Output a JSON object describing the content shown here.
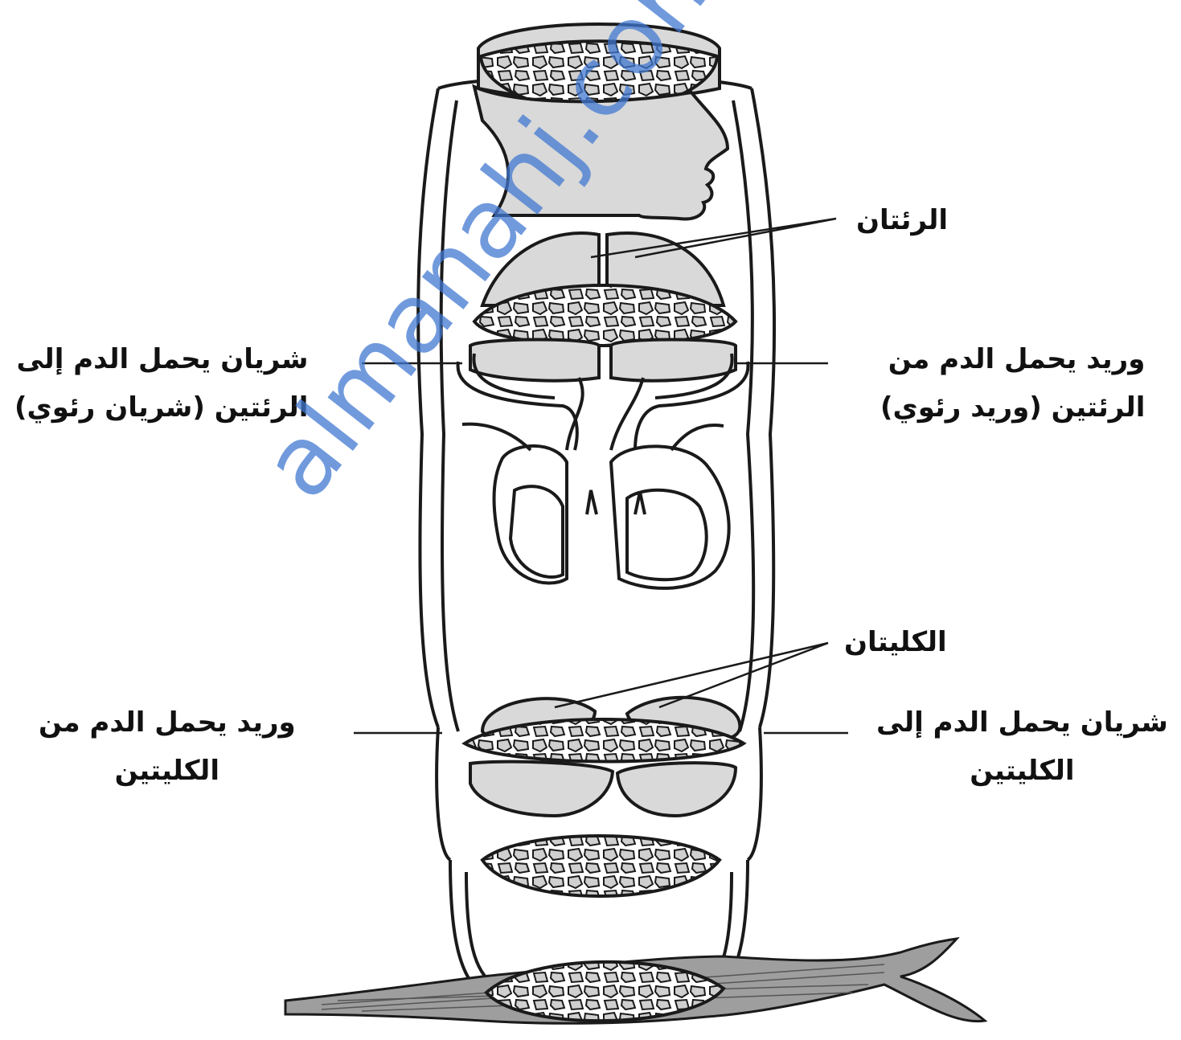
{
  "labels": {
    "lungs": "الرئتان",
    "pulmonary_artery": {
      "line1": "شريان يحمل الدم إلى",
      "line2": "الرئتين (شريان رئوي)"
    },
    "pulmonary_vein": {
      "line1": "وريد يحمل الدم من",
      "line2": "الرئتين (وريد رئوي)"
    },
    "kidneys": "الكليتان",
    "renal_vein": {
      "line1": "وريد يحمل الدم من",
      "line2": "الكليتين"
    },
    "renal_artery": {
      "line1": "شريان يحمل الدم إلى",
      "line2": "الكليتين"
    }
  },
  "watermark": "almanahj.com/om",
  "colors": {
    "organ_fill": "#d9d9d9",
    "outline": "#1a1a1a",
    "watermark": "#4278d2"
  }
}
